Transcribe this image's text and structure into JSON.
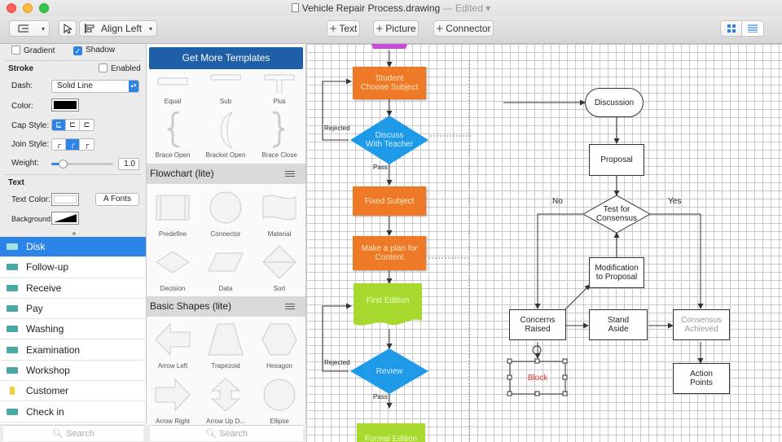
{
  "window": {
    "title": "Vehicle Repair Process.drawing",
    "status": "Edited"
  },
  "toolbar": {
    "align_label": "Align Left",
    "text_label": "Text",
    "picture_label": "Picture",
    "connector_label": "Connector"
  },
  "inspector": {
    "gradient_label": "Gradient",
    "shadow_label": "Shadow",
    "stroke_heading": "Stroke",
    "enabled_label": "Enabled",
    "dash_label": "Dash:",
    "dash_value": "Solid Line",
    "color_label": "Color:",
    "cap_label": "Cap Style:",
    "join_label": "Join Style:",
    "weight_label": "Weight:",
    "weight_value": "1.0",
    "text_heading": "Text",
    "text_color_label": "Text Color:",
    "fonts_label": "Fonts",
    "background_label": "Background:",
    "stroke_color": "#000000"
  },
  "sidebar": {
    "items": [
      {
        "label": "Disk"
      },
      {
        "label": "Follow-up"
      },
      {
        "label": "Receive"
      },
      {
        "label": "Pay"
      },
      {
        "label": "Washing"
      },
      {
        "label": "Examination"
      },
      {
        "label": "Workshop"
      },
      {
        "label": "Customer"
      },
      {
        "label": "Check in"
      }
    ],
    "search_placeholder": "Search"
  },
  "templates": {
    "get_more_label": "Get More Templates",
    "top_row": [
      "Equal",
      "Sub",
      "Plus"
    ],
    "brace_row": [
      "Brace Open",
      "Bracket Open",
      "Brace Close"
    ],
    "flowchart_heading": "Flowchart (lite)",
    "flow_row1": [
      "Predefine",
      "Connector",
      "Material"
    ],
    "flow_row2": [
      "Decision",
      "Data",
      "Sort"
    ],
    "basic_heading": "Basic Shapes (lite)",
    "basic_row1": [
      "Arrow Left",
      "Trapezoid",
      "Hexagon"
    ],
    "basic_row2": [
      "Arrow Right",
      "Arrow Up D...",
      "Ellipse"
    ],
    "search_placeholder": "Search"
  },
  "diagram": {
    "student": "Student\nChoose Subject",
    "discuss": "Discuss\nWith Teacher",
    "rejected1": "Rejected",
    "pass1": "Pass",
    "fixed": "Fixed Subject",
    "plan": "Make a plan for\nContent",
    "first": "First Edition",
    "rejected2": "Rejected",
    "review": "Review",
    "pass2": "Pass",
    "formal": "Formal Edition",
    "discussion": "Discussion",
    "proposal": "Proposal",
    "test": "Test for\nConsensus",
    "no": "No",
    "yes": "Yes",
    "modification": "Modification\nto Proposal",
    "concerns": "Concerns\nRaised",
    "stand": "Stand\nAside",
    "consensus": "Consensus\nAchieved",
    "action": "Action\nPoints",
    "block": "Block"
  }
}
